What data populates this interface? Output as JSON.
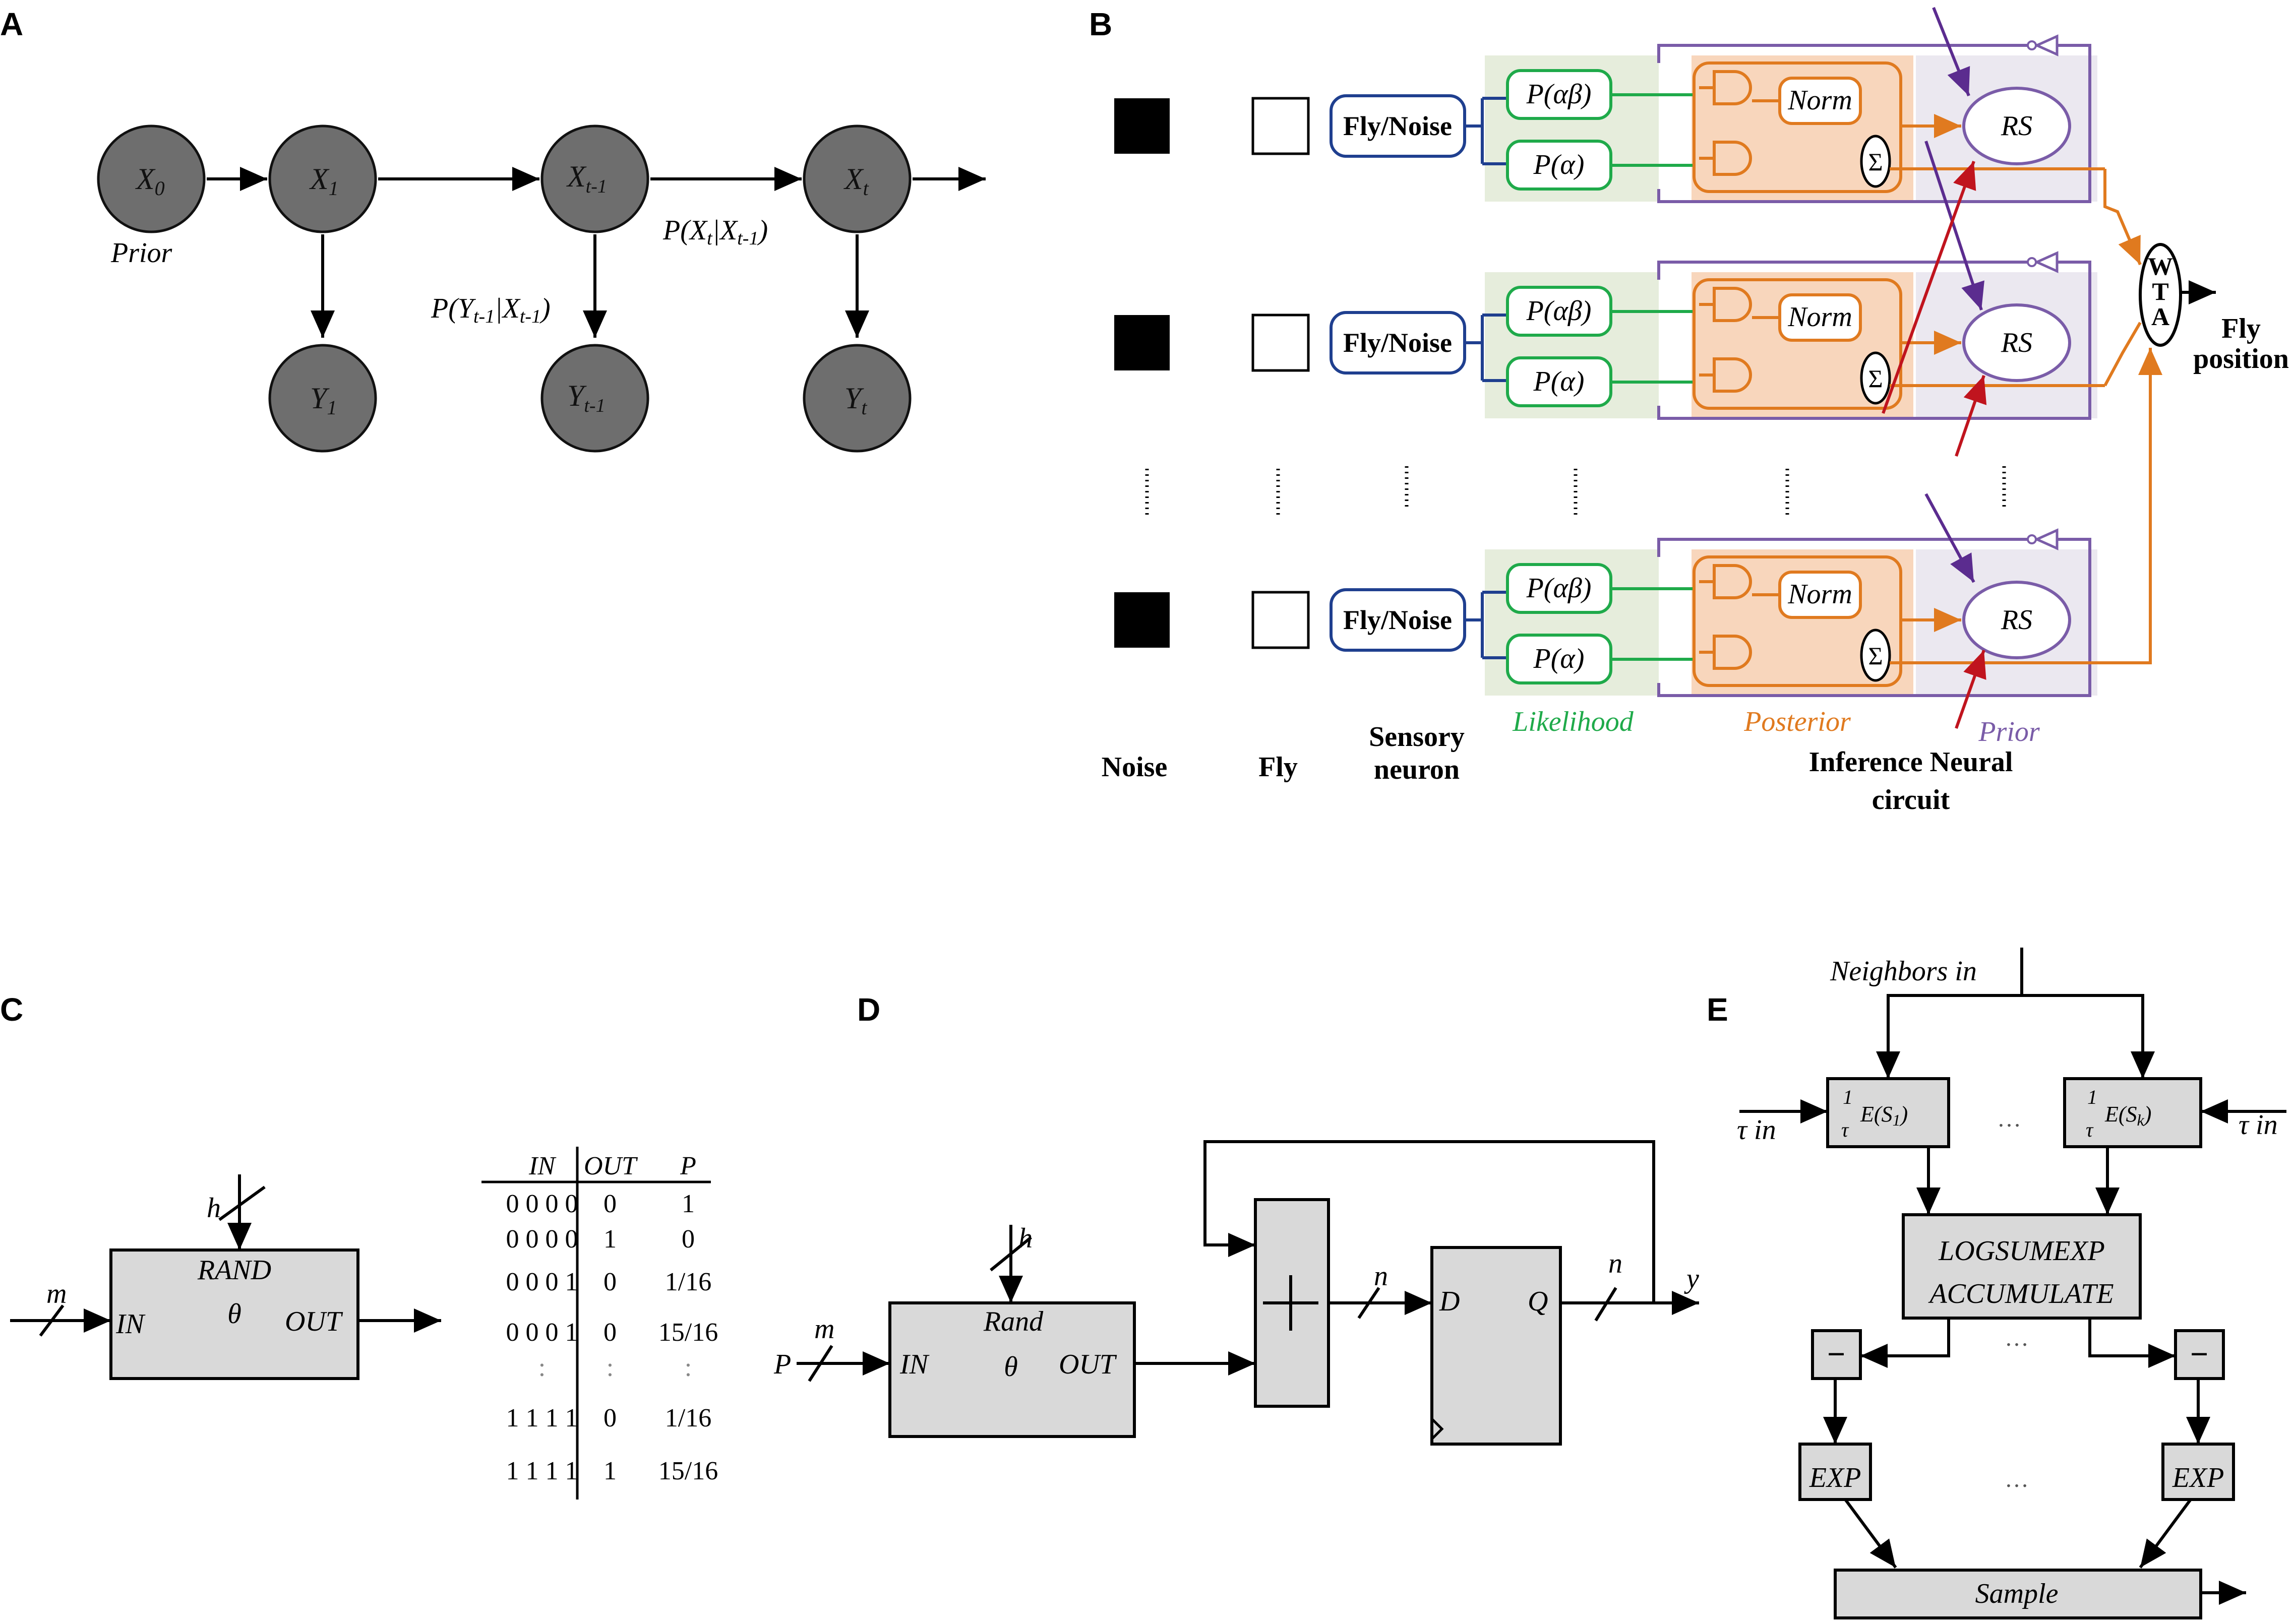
{
  "panel_labels": {
    "a": "A",
    "b": "B",
    "c": "C",
    "d": "D",
    "e": "E"
  },
  "panel_a": {
    "nodes": {
      "x0": "X",
      "x0_sub": "0",
      "x1": "X",
      "x1_sub": "1",
      "xtm1": "X",
      "xtm1_sub": "t-1",
      "xt": "X",
      "xt_sub": "t",
      "y1": "Y",
      "y1_sub": "1",
      "ytm1": "Y",
      "ytm1_sub": "t-1",
      "yt": "Y",
      "yt_sub": "t"
    },
    "prior": "Prior",
    "transition": {
      "a": "P(X",
      "s1": "t",
      "b": "|X",
      "s2": "t-1",
      "c": ")"
    },
    "emission": {
      "a": "P(Y",
      "s1": "t-1",
      "b": "|X",
      "s2": "t-1",
      "c": ")"
    }
  },
  "panel_b": {
    "sensor_label": "Fly/Noise",
    "likelihood_top": "P(αβ)",
    "likelihood_bottom": "P(α)",
    "norm": "Norm",
    "sigma": "Σ",
    "rs": "RS",
    "wta": {
      "w": "W",
      "t": "T",
      "a": "A"
    },
    "output": {
      "l1": "Fly",
      "l2": "position"
    },
    "columns": {
      "noise": "Noise",
      "fly": "Fly",
      "sensory1": "Sensory",
      "sensory2": "neuron",
      "likelihood": "Likelihood",
      "posterior": "Posterior",
      "prior": "Prior",
      "circuit1": "Inference Neural",
      "circuit2": "circuit"
    },
    "colors": {
      "blue": "#1f3f8f",
      "green": "#1faa4a",
      "orange": "#e07a1f",
      "purple": "#7a5ca8",
      "red": "#c0141e",
      "green_bg": "#e6eddc",
      "orange_bg": "#f8d6bc",
      "purple_bg": "#ebe8f0"
    }
  },
  "panel_c": {
    "block_title": "RAND",
    "in": "IN",
    "theta": "θ",
    "out": "OUT",
    "m": "m",
    "h": "h",
    "table": {
      "headers": [
        "IN",
        "OUT",
        "P"
      ],
      "rows": [
        [
          "0 0 0 0",
          "0",
          "1"
        ],
        [
          "0 0 0 0",
          "1",
          "0"
        ],
        [
          "0 0 0 1",
          "0",
          "1/16"
        ],
        [
          "0 0 0 1",
          "0",
          "15/16"
        ],
        [
          ":",
          ":",
          ":"
        ],
        [
          "1 1 1 1",
          "0",
          "1/16"
        ],
        [
          "1 1 1 1",
          "1",
          "15/16"
        ]
      ]
    }
  },
  "panel_d": {
    "block_title": "Rand",
    "in": "IN",
    "theta": "θ",
    "out": "OUT",
    "p": "P",
    "m": "m",
    "h": "h",
    "n1": "n",
    "n2": "n",
    "d": "D",
    "q": "Q",
    "y": "y"
  },
  "panel_e": {
    "neighbors": "Neighbors in",
    "tau_in": "τ in",
    "energy_left": {
      "num": "1",
      "den": "τ",
      "e": "E(S",
      "sub": "1",
      "close": ")"
    },
    "energy_right": {
      "num": "1",
      "den": "τ",
      "e": "E(S",
      "sub": "k",
      "close": ")"
    },
    "logsumexp": "LOGSUMEXP",
    "accumulate": "ACCUMULATE",
    "minus": "−",
    "exp": "EXP",
    "sample": "Sample",
    "ellipsis": "…"
  }
}
